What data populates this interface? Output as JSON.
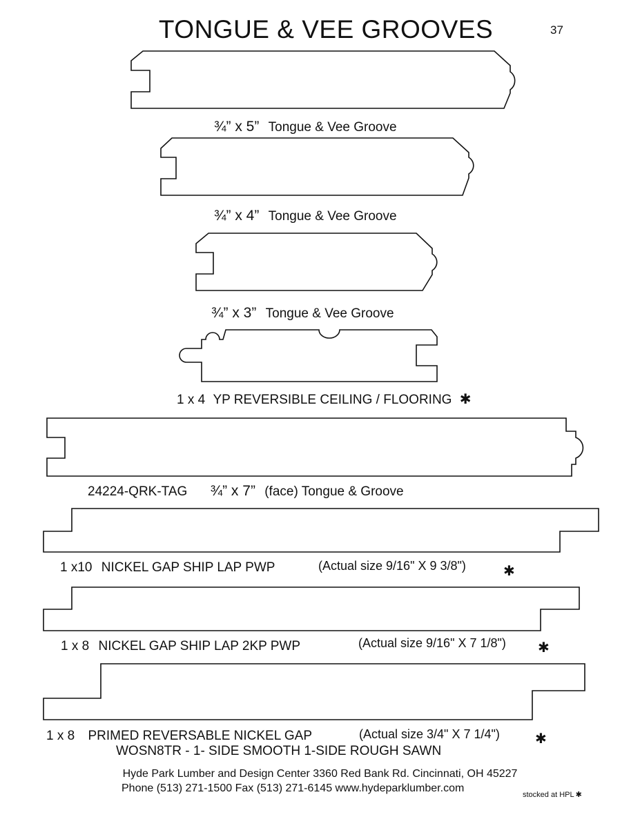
{
  "page": {
    "title": "TONGUE & VEE GROOVES",
    "page_number": "37"
  },
  "profiles": [
    {
      "size": "¾” x 5”",
      "description": "Tongue & Vee Groove"
    },
    {
      "size": "¾” x 4”",
      "description": "Tongue & Vee Groove"
    },
    {
      "size": "¾” x 3”",
      "description": "Tongue & Vee Groove"
    },
    {
      "size": "1 x 4",
      "description": "YP REVERSIBLE CEILING / FLOORING",
      "stocked_mark": "✱"
    },
    {
      "code": "24224-QRK-TAG",
      "size": "¾” x 7”",
      "description": "(face) Tongue & Groove"
    },
    {
      "size": "1 x10",
      "description": "NICKEL GAP SHIP LAP PWP",
      "actual": "(Actual size 9/16\" X  9 3/8\")",
      "stocked_mark": "✱"
    },
    {
      "size": "1 x 8",
      "description": "NICKEL GAP SHIP LAP 2KP PWP",
      "actual": "(Actual size 9/16\" X 7 1/8\")",
      "stocked_mark": "✱"
    },
    {
      "size": "1 x 8",
      "description": "PRIMED REVERSABLE NICKEL GAP",
      "actual": "(Actual size 3/4\" X  7 1/4\")",
      "stocked_mark": "✱",
      "detail": "WOSN8TR - 1- SIDE SMOOTH  1-SIDE ROUGH SAWN"
    }
  ],
  "footer": {
    "line1": "Hyde Park Lumber and Design Center  3360 Red Bank Rd.  Cincinnati, OH 45227",
    "line2": "Phone (513) 271-1500  Fax (513) 271-6145  www.hydeparklumber.com",
    "stocked_note": "stocked at HPL",
    "stocked_mark": "✱"
  }
}
